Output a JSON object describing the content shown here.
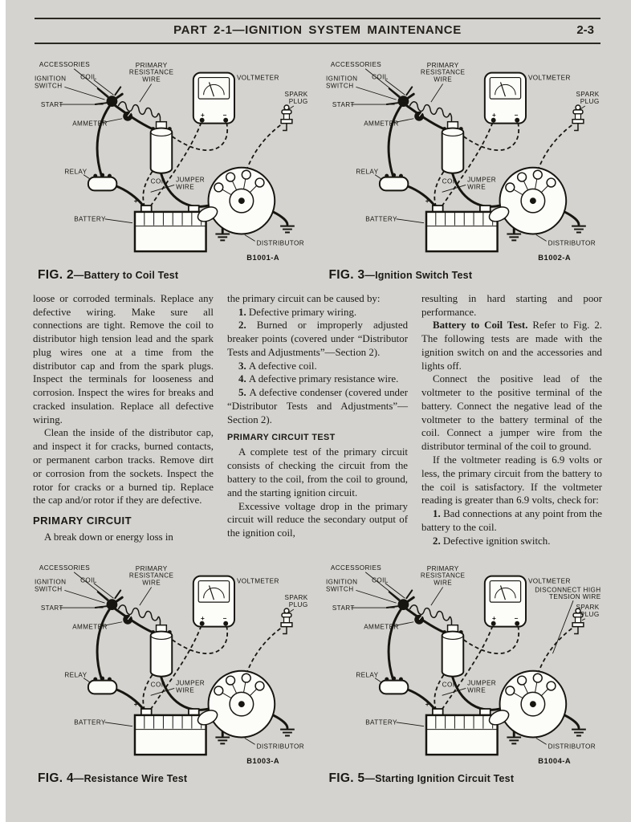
{
  "header": {
    "title": "PART 2-1—IGNITION SYSTEM MAINTENANCE",
    "page_number": "2-3"
  },
  "colors": {
    "paper": "#d4d3cf",
    "ink": "#17150f",
    "part_fill": "#fcfcf9"
  },
  "diagram": {
    "labels": {
      "accessories": "ACCESSORIES",
      "ignition_line1": "IGNITION",
      "ignition_line2": "SWITCH",
      "coil_top": "COIL",
      "primary_line1": "PRIMARY",
      "primary_line2": "RESISTANCE",
      "primary_line3": "WIRE",
      "voltmeter": "VOLTMETER",
      "spark_line1": "SPARK",
      "spark_line2": "PLUG",
      "start": "START",
      "ammeter": "AMMETER",
      "relay": "RELAY",
      "coil_main": "COIL",
      "jumper_line1": "JUMPER",
      "jumper_line2": "WIRE",
      "battery": "BATTERY",
      "distributor": "DISTRIBUTOR",
      "disconnect_line1": "DISCONNECT HIGH",
      "disconnect_line2": "TENSION WIRE",
      "plus": "+",
      "minus": "−"
    }
  },
  "figures": [
    {
      "label": "FIG. 2",
      "caption": "—Battery to Coil Test",
      "code": "B1001-A",
      "extra_label": false
    },
    {
      "label": "FIG. 3",
      "caption": "—Ignition Switch Test",
      "code": "B1002-A",
      "extra_label": false
    },
    {
      "label": "FIG. 4",
      "caption": "—Resistance Wire Test",
      "code": "B1003-A",
      "extra_label": false
    },
    {
      "label": "FIG. 5",
      "caption": "—Starting Ignition Circuit Test",
      "code": "B1004-A",
      "extra_label": true
    }
  ],
  "columns": [
    {
      "paragraphs": [
        {
          "style": "plain",
          "text": "loose or corroded terminals. Replace any defective wiring. Make sure all connections are tight. Remove the coil to distributor high tension lead and the spark plug wires one at a time from the distributor cap and from the spark plugs. Inspect the terminals for looseness and corrosion. Inspect the wires for breaks and cracked insulation. Replace all defective wiring."
        },
        {
          "style": "indent",
          "text": "Clean the inside of the distributor cap, and inspect it for cracks, burned contacts, or permanent carbon tracks. Remove dirt or corrosion from the sockets. Inspect the rotor for cracks or a burned tip. Replace the cap and/or rotor if they are defective."
        },
        {
          "style": "heading",
          "text": "PRIMARY CIRCUIT"
        },
        {
          "style": "indent",
          "text": "A break down or energy loss in"
        }
      ]
    },
    {
      "paragraphs": [
        {
          "style": "plain",
          "text": "the primary circuit can be caused by:"
        },
        {
          "style": "num",
          "lead": "1.",
          "text": "Defective primary wiring."
        },
        {
          "style": "num",
          "lead": "2.",
          "text": "Burned or improperly adjusted breaker points (covered under “Distributor Tests and Adjustments”—Section 2)."
        },
        {
          "style": "num",
          "lead": "3.",
          "text": "A defective coil."
        },
        {
          "style": "num",
          "lead": "4.",
          "text": "A defective primary resistance wire."
        },
        {
          "style": "num",
          "lead": "5.",
          "text": "A defective condenser (covered under “Distributor Tests and Adjustments”—Section 2)."
        },
        {
          "style": "subheading",
          "text": "PRIMARY CIRCUIT TEST"
        },
        {
          "style": "indent",
          "text": "A complete test of the primary circuit consists of checking the circuit from the battery to the coil, from the coil to ground, and the starting ignition circuit."
        },
        {
          "style": "indent",
          "text": "Excessive voltage drop in the primary circuit will reduce the secondary output of the ignition coil,"
        }
      ]
    },
    {
      "paragraphs": [
        {
          "style": "plain",
          "text": "resulting in hard starting and poor performance."
        },
        {
          "style": "boldlead",
          "lead": "Battery to Coil Test.",
          "text": "Refer to Fig. 2. The following tests are made with the ignition switch on and the accessories and lights off."
        },
        {
          "style": "indent",
          "text": "Connect the positive lead of the voltmeter to the positive terminal of the battery. Connect the negative lead of the voltmeter to the battery terminal of the coil. Connect a jumper wire from the distributor terminal of the coil to ground."
        },
        {
          "style": "indent",
          "text": "If the voltmeter reading is 6.9 volts or less, the primary circuit from the battery to the coil is satisfactory. If the voltmeter reading is greater than 6.9 volts, check for:"
        },
        {
          "style": "num",
          "lead": "1.",
          "text": "Bad connections at any point from the battery to the coil."
        },
        {
          "style": "num",
          "lead": "2.",
          "text": "Defective ignition switch."
        }
      ]
    }
  ]
}
